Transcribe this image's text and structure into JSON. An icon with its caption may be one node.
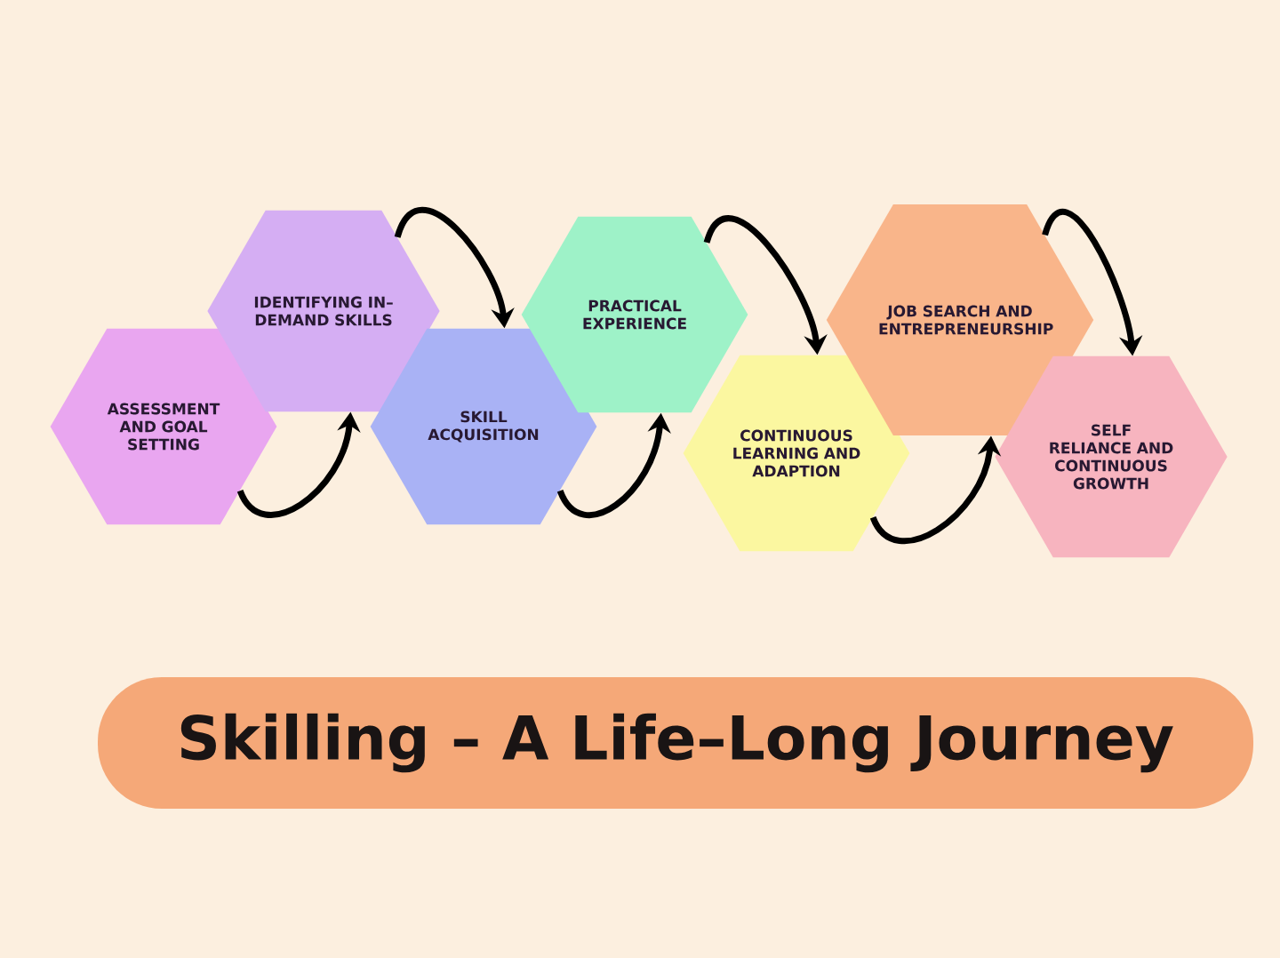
{
  "diagram": {
    "title": "Skilling – A Life–Long Journey",
    "nodes": [
      {
        "text": [
          "ASSESSMENT AND GOAL SETTING"
        ]
      },
      {
        "text": [
          "IDENTIFYING IN–DEMAND SKILLS"
        ]
      },
      {
        "text": [
          "SKILL ACQUISITION"
        ]
      },
      {
        "text": [
          "PRACTICAL EXPERIENCE"
        ]
      },
      {
        "text": [
          "CONTINUOUS LEARNING AND ADAPTION"
        ]
      },
      {
        "text": [
          "JOB SEARCH AND ENTREPRENEURSHIP"
        ]
      },
      {
        "text": [
          "SELF RELIANCE AND CONTINUOUS GROWTH"
        ]
      }
    ],
    "edges": [
      {
        "from": 0,
        "to": 1,
        "arrow": "to"
      },
      {
        "from": 1,
        "to": 2,
        "arrow": "to"
      },
      {
        "from": 2,
        "to": 3,
        "arrow": "to"
      },
      {
        "from": 3,
        "to": 4,
        "arrow": "to"
      },
      {
        "from": 4,
        "to": 5,
        "arrow": "to"
      },
      {
        "from": 5,
        "to": 6,
        "arrow": "to"
      }
    ]
  }
}
